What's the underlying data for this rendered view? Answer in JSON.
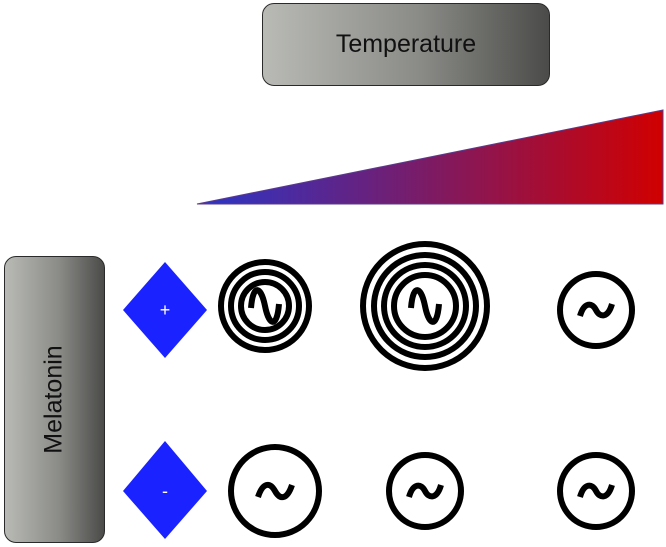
{
  "temperature": {
    "label": "Temperature"
  },
  "melatonin": {
    "label": "Melatonin"
  },
  "melatonin_levels": [
    {
      "symbol": "+"
    },
    {
      "symbol": "-"
    }
  ],
  "gradient_colors": {
    "low": "#2a35c8",
    "high": "#d00000"
  },
  "diamond_color": "#1a22ff",
  "grid": [
    {
      "row": "+",
      "cells": [
        {
          "icon": "sine-wave-icon",
          "rings": 3
        },
        {
          "icon": "sine-wave-icon",
          "rings": 4
        },
        {
          "icon": "sine-wave-icon",
          "rings": 1
        }
      ]
    },
    {
      "row": "-",
      "cells": [
        {
          "icon": "sine-wave-icon",
          "rings": 1
        },
        {
          "icon": "sine-wave-icon",
          "rings": 1
        },
        {
          "icon": "sine-wave-icon",
          "rings": 1
        }
      ]
    }
  ]
}
